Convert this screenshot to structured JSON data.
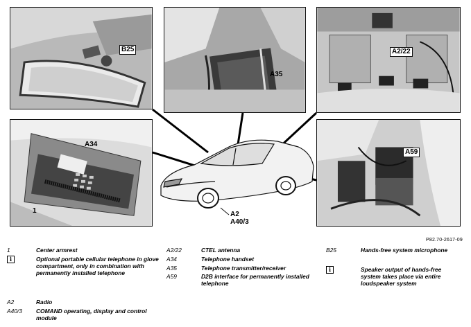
{
  "callouts": {
    "b25": "B25",
    "a35": "A35",
    "a2_22": "A2/22",
    "a34": "A34",
    "a59": "A59",
    "one": "1",
    "a2": "A2",
    "a40_3": "A40/3"
  },
  "figure_ref": "P82.70-2617-09",
  "legend": {
    "col1": [
      {
        "key": "1",
        "text": "Center armrest"
      },
      {
        "key": "info-icon",
        "text": "Optional portable cellular telephone in glove compartment, only in combination with permanently installed telephone"
      },
      {
        "key": "A2",
        "text": "Radio"
      },
      {
        "key": "A40/3",
        "text": "COMAND operating, display and control module"
      }
    ],
    "col2": [
      {
        "key": "A2/22",
        "text": "CTEL antenna"
      },
      {
        "key": "A34",
        "text": "Telephone handset"
      },
      {
        "key": "A35",
        "text": "Telephone transmitter/receiver"
      },
      {
        "key": "A59",
        "text": "D2B interface for permanently installed telephone"
      }
    ],
    "col3": [
      {
        "key": "B25",
        "text": "Hands-free system microphone"
      },
      {
        "key": "info-icon",
        "text": "Speaker output of hands-free system takes place via entire loudspeaker system"
      }
    ]
  }
}
